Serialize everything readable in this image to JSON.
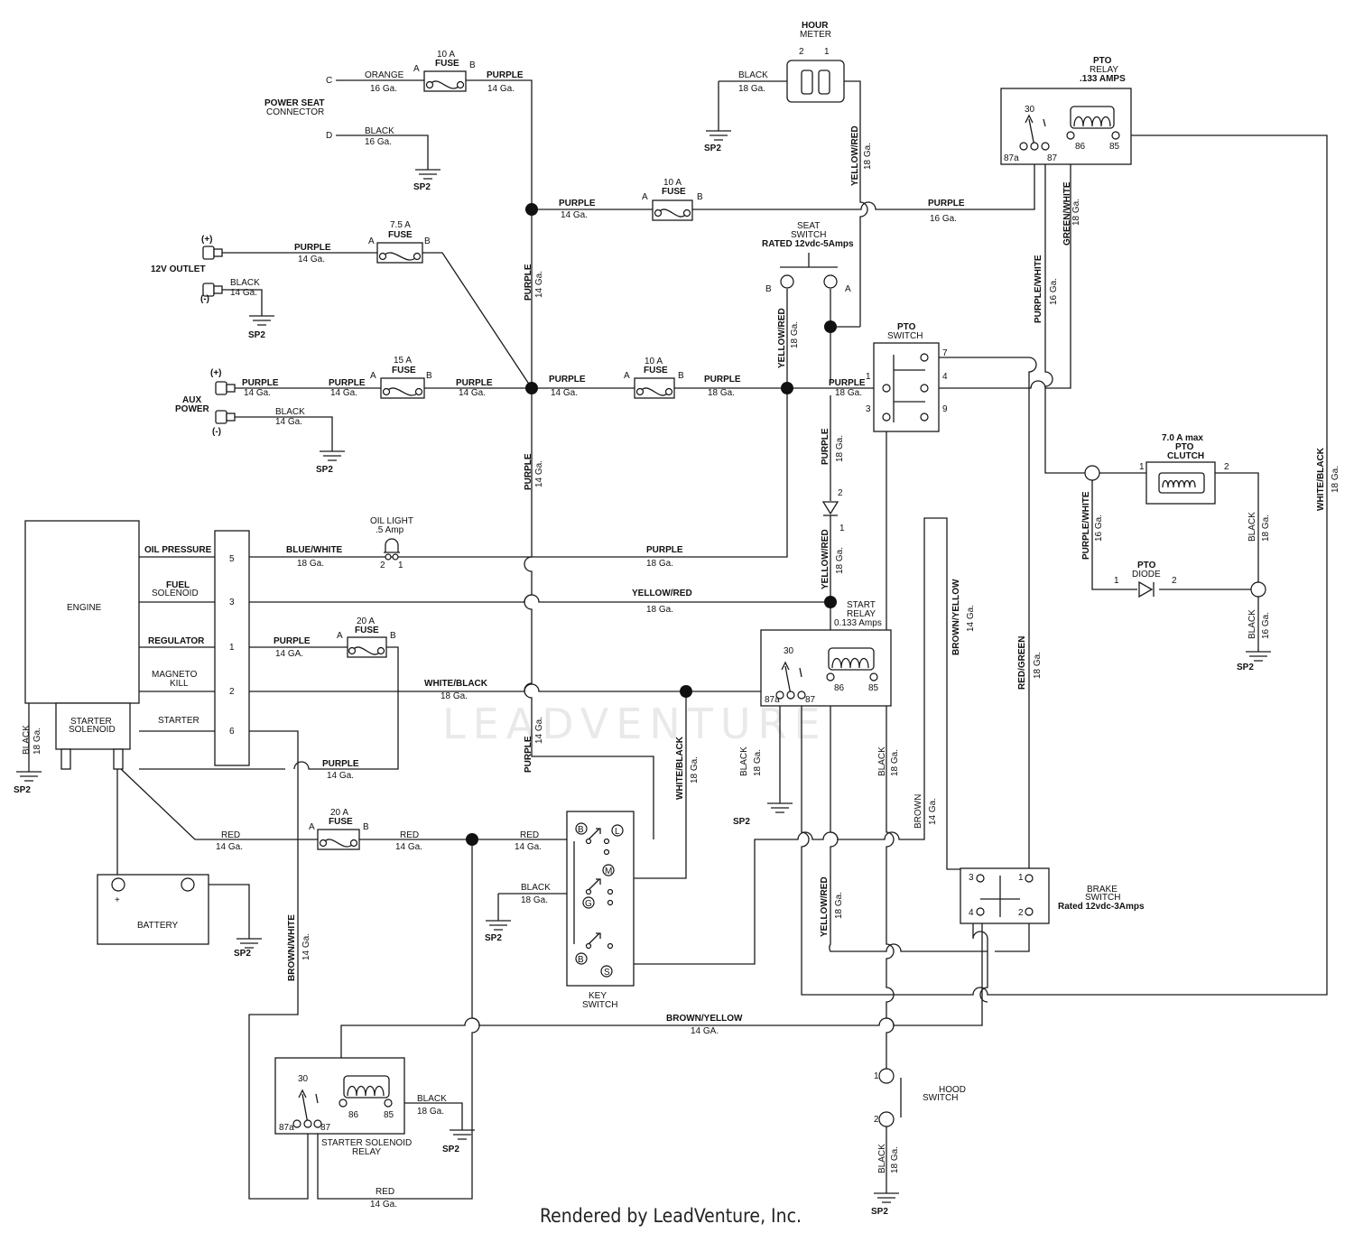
{
  "footer": "Rendered by LeadVenture, Inc.",
  "watermark": "LEADVENTURE",
  "components": {
    "hour_meter": [
      "HOUR",
      "METER"
    ],
    "pto_relay": [
      "PTO",
      "RELAY",
      ".133 AMPS"
    ],
    "power_seat": [
      "POWER SEAT",
      "CONNECTOR"
    ],
    "outlet_12v": "12V OUTLET",
    "aux_power": [
      "AUX",
      "POWER"
    ],
    "seat_switch": [
      "SEAT",
      "SWITCH",
      "RATED 12vdc-5Amps"
    ],
    "pto_switch": [
      "PTO",
      "SWITCH"
    ],
    "pto_clutch": [
      "7.0 A max",
      "PTO",
      "CLUTCH"
    ],
    "pto_diode": [
      "PTO",
      "DIODE"
    ],
    "oil_light": [
      "OIL LIGHT",
      ".5 Amp"
    ],
    "engine": "ENGINE",
    "starter_solenoid": [
      "STARTER",
      "SOLENOID"
    ],
    "start_relay": [
      "START",
      "RELAY",
      "0.133 Amps"
    ],
    "battery": "BATTERY",
    "key_switch": [
      "KEY",
      "SWITCH"
    ],
    "brake_switch": [
      "BRAKE",
      "SWITCH",
      "Rated 12vdc-3Amps"
    ],
    "hood_switch": [
      "HOOD",
      "SWITCH"
    ],
    "starter_solenoid_relay": [
      "STARTER SOLENOID",
      "RELAY"
    ]
  },
  "engine_pins": [
    {
      "label": "OIL PRESSURE",
      "pin": "5"
    },
    {
      "label": "FUEL",
      "label2": "SOLENOID",
      "pin": "3"
    },
    {
      "label": "REGULATOR",
      "pin": "1"
    },
    {
      "label": "MAGNETO",
      "label2": "KILL",
      "pin": "2"
    },
    {
      "label": "STARTER",
      "pin": "6"
    }
  ],
  "fuses": [
    {
      "amps": "10 A",
      "word": "FUSE"
    },
    {
      "amps": "10 A",
      "word": "FUSE"
    },
    {
      "amps": "7.5 A",
      "word": "FUSE"
    },
    {
      "amps": "15 A",
      "word": "FUSE"
    },
    {
      "amps": "10 A",
      "word": "FUSE"
    },
    {
      "amps": "20 A",
      "word": "FUSE"
    },
    {
      "amps": "20 A",
      "word": "FUSE"
    }
  ],
  "ground": "SP2",
  "relay_pins": {
    "p30": "30",
    "p87a": "87a",
    "p87": "87",
    "p86": "86",
    "p85": "85"
  },
  "key_letters": [
    "B",
    "L",
    "M",
    "G",
    "B",
    "S"
  ],
  "wire_labels": [
    {
      "c": "ORANGE",
      "g": "16 Ga."
    },
    {
      "c": "PURPLE",
      "g": "14 Ga."
    },
    {
      "c": "BLACK",
      "g": "16 Ga."
    },
    {
      "c": "BLACK",
      "g": "18 Ga."
    },
    {
      "c": "PURPLE",
      "g": "14 Ga."
    },
    {
      "c": "PURPLE",
      "g": "16 Ga."
    },
    {
      "c": "PURPLE",
      "g": "14 Ga."
    },
    {
      "c": "BLACK",
      "g": "14 Ga."
    },
    {
      "c": "PURPLE",
      "g": "14 Ga."
    },
    {
      "c": "PURPLE",
      "g": "14 Ga."
    },
    {
      "c": "PURPLE",
      "g": "14 Ga."
    },
    {
      "c": "PURPLE",
      "g": "14 Ga."
    },
    {
      "c": "PURPLE",
      "g": "18 Ga."
    },
    {
      "c": "PURPLE",
      "g": "18 Ga."
    },
    {
      "c": "BLACK",
      "g": "14 Ga."
    },
    {
      "c": "BLUE/WHITE",
      "g": "18 Ga."
    },
    {
      "c": "PURPLE",
      "g": "18 Ga."
    },
    {
      "c": "YELLOW/RED",
      "g": "18 Ga."
    },
    {
      "c": "PURPLE",
      "g": "14 GA."
    },
    {
      "c": "WHITE/BLACK",
      "g": "18 Ga."
    },
    {
      "c": "PURPLE",
      "g": "14 Ga."
    },
    {
      "c": "RED",
      "g": "14 Ga."
    },
    {
      "c": "RED",
      "g": "14 Ga."
    },
    {
      "c": "RED",
      "g": "14 Ga."
    },
    {
      "c": "BLACK",
      "g": "18 Ga."
    },
    {
      "c": "BROWN/YELLOW",
      "g": "14 GA."
    },
    {
      "c": "BLACK",
      "g": "18 Ga."
    },
    {
      "c": "RED",
      "g": "14 Ga."
    }
  ],
  "vwire_labels": [
    {
      "c": "YELLOW/RED",
      "g": "18 Ga."
    },
    {
      "c": "GREEN/WHITE",
      "g": "18 Ga."
    },
    {
      "c": "PURPLE",
      "g": "14 Ga."
    },
    {
      "c": "YELLOW/RED",
      "g": "18 Ga."
    },
    {
      "c": "PURPLE/WHITE",
      "g": "16 Ga."
    },
    {
      "c": "PURPLE",
      "g": "14 Ga."
    },
    {
      "c": "PURPLE",
      "g": "18 Ga."
    },
    {
      "c": "WHITE/BLACK",
      "g": "18 Ga."
    },
    {
      "c": "PURPLE/WHITE",
      "g": "16 Ga."
    },
    {
      "c": "BLACK",
      "g": "18 Ga."
    },
    {
      "c": "YELLOW/RED",
      "g": "18 Ga."
    },
    {
      "c": "BLACK",
      "g": "16 Ga."
    },
    {
      "c": "BROWN/YELLOW",
      "g": "14 Ga."
    },
    {
      "c": "RED/GREEN",
      "g": "18 Ga."
    },
    {
      "c": "BLACK",
      "g": "18 Ga."
    },
    {
      "c": "PURPLE",
      "g": "14 Ga."
    },
    {
      "c": "WHITE/BLACK",
      "g": "18 Ga."
    },
    {
      "c": "BLACK",
      "g": "18 Ga."
    },
    {
      "c": "BLACK",
      "g": "18 Ga."
    },
    {
      "c": "BROWN",
      "g": "14 Ga."
    },
    {
      "c": "YELLOW/RED",
      "g": "18 Ga."
    },
    {
      "c": "BROWN/WHITE",
      "g": "14 Ga."
    },
    {
      "c": "BLACK",
      "g": "18 Ga."
    }
  ],
  "misc": {
    "c": "C",
    "d": "D",
    "a": "A",
    "b": "B",
    "plus": "(+)",
    "minus": "(-)",
    "bat_plus": "+",
    "n1": "1",
    "n2": "2",
    "n3": "3",
    "n4": "4",
    "n7": "7",
    "n9": "9"
  }
}
